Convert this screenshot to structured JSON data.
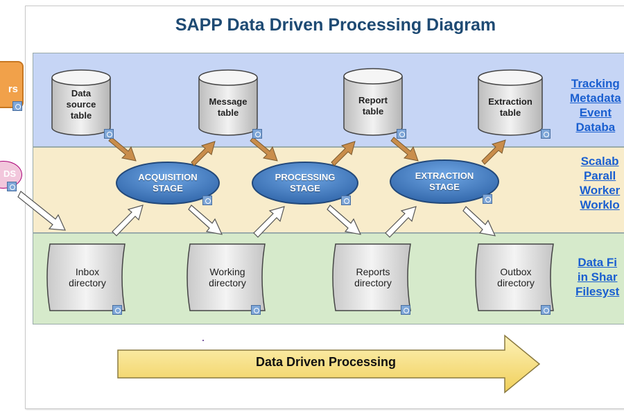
{
  "title": "SAPP Data Driven Processing Diagram",
  "left_partial": {
    "orange_label": "rs",
    "ellipse_label": "DS"
  },
  "tables": [
    {
      "lines": [
        "Data",
        "source",
        "table"
      ]
    },
    {
      "lines": [
        "Message",
        "table"
      ]
    },
    {
      "lines": [
        "Report",
        "table"
      ]
    },
    {
      "lines": [
        "Extraction",
        "table"
      ]
    }
  ],
  "stages": [
    {
      "lines": [
        "ACQUISITION",
        "STAGE"
      ]
    },
    {
      "lines": [
        "PROCESSING",
        "STAGE"
      ]
    },
    {
      "lines": [
        "EXTRACTION",
        "STAGE"
      ]
    }
  ],
  "directories": [
    {
      "lines": [
        "Inbox",
        "directory"
      ]
    },
    {
      "lines": [
        "Working",
        "directory"
      ]
    },
    {
      "lines": [
        "Reports",
        "directory"
      ]
    },
    {
      "lines": [
        "Outbox",
        "directory"
      ]
    }
  ],
  "side_labels": {
    "top": [
      "Tracking",
      "Metadata",
      "Event",
      "Databa"
    ],
    "mid": [
      "Scalab",
      "Parall",
      "Worker",
      "Worklo"
    ],
    "bot": [
      "Data Fi",
      "in Shar",
      "Filesyst"
    ]
  },
  "flow_arrow": {
    "label": "Data Driven Processing"
  },
  "colors": {
    "band_top": "#c6d5f5",
    "band_mid": "#f8eccb",
    "band_bot": "#d6eacb",
    "stage_fill": "#3f7fc9",
    "arrow_tan": "#c98d4b",
    "arrow_white": "#ffffff",
    "flow_arrow": "#f8e28a"
  }
}
